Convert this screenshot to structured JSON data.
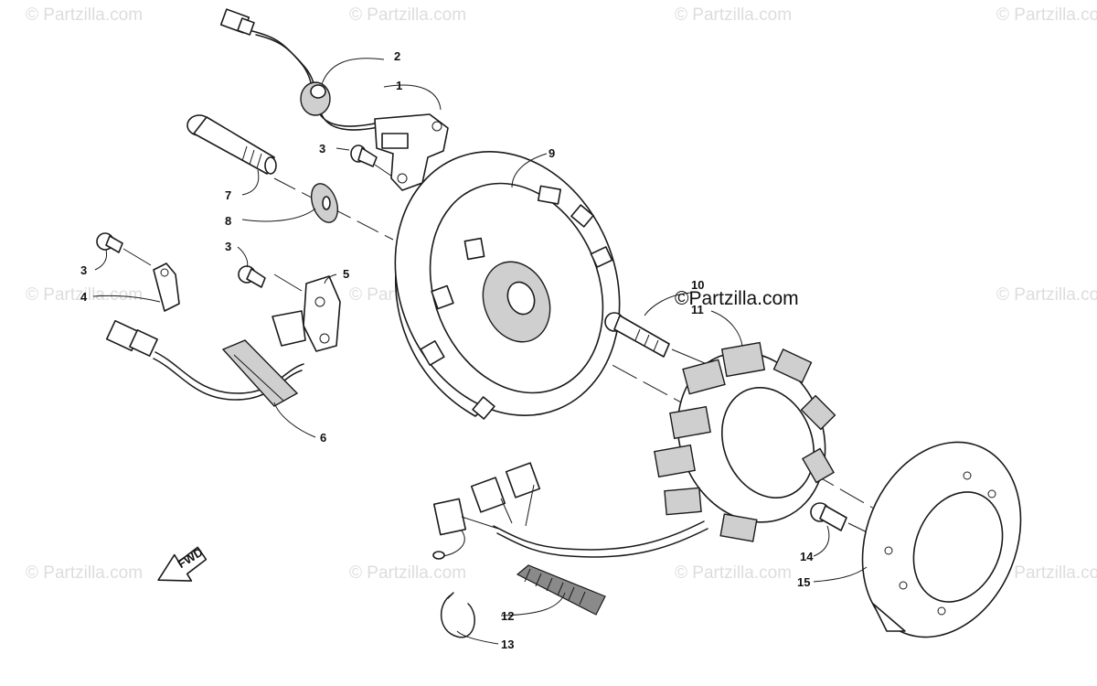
{
  "watermark": {
    "text": "© Partzilla.com",
    "main_text": "©Partzilla.com"
  },
  "direction_label": "FWD",
  "callouts": {
    "c1": "1",
    "c2": "2",
    "c3a": "3",
    "c3b": "3",
    "c3c": "3",
    "c4": "4",
    "c5": "5",
    "c6": "6",
    "c7": "7",
    "c8": "8",
    "c9": "9",
    "c10": "10",
    "c11": "11",
    "c12": "12",
    "c13": "13",
    "c14": "14",
    "c15": "15"
  }
}
